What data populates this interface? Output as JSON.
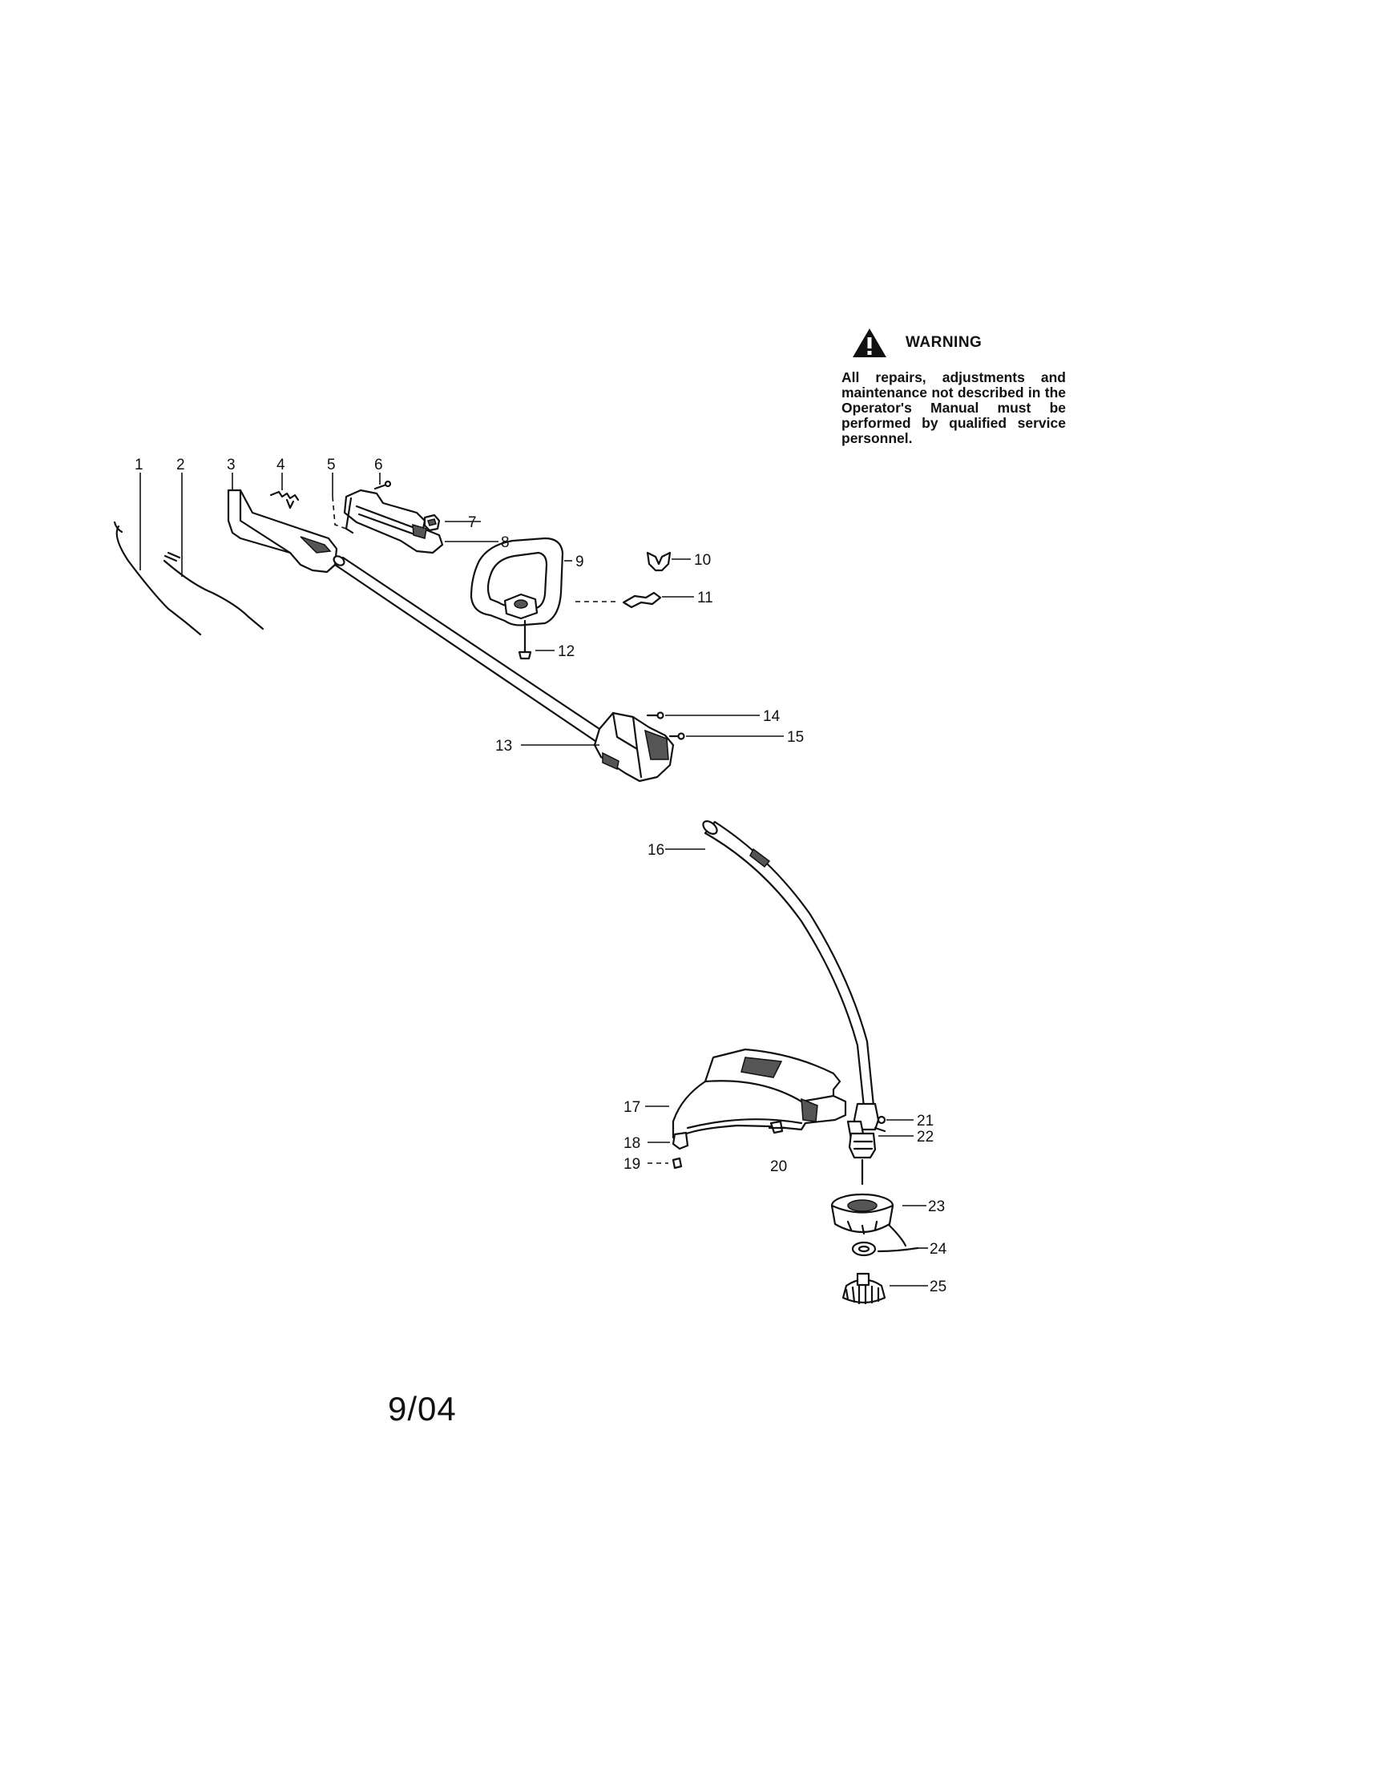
{
  "warning": {
    "title": "WARNING",
    "text": "All repairs, adjustments and maintenance not described in the Operator's Manual must be performed by qualified service personnel."
  },
  "date": "9/04",
  "parts": [
    "1",
    "2",
    "3",
    "4",
    "5",
    "6",
    "7",
    "8",
    "9",
    "10",
    "11",
    "12",
    "13",
    "14",
    "15",
    "16",
    "17",
    "18",
    "19",
    "20",
    "21",
    "22",
    "23",
    "24",
    "25"
  ],
  "icons": {
    "warning": "warning-triangle-icon"
  }
}
